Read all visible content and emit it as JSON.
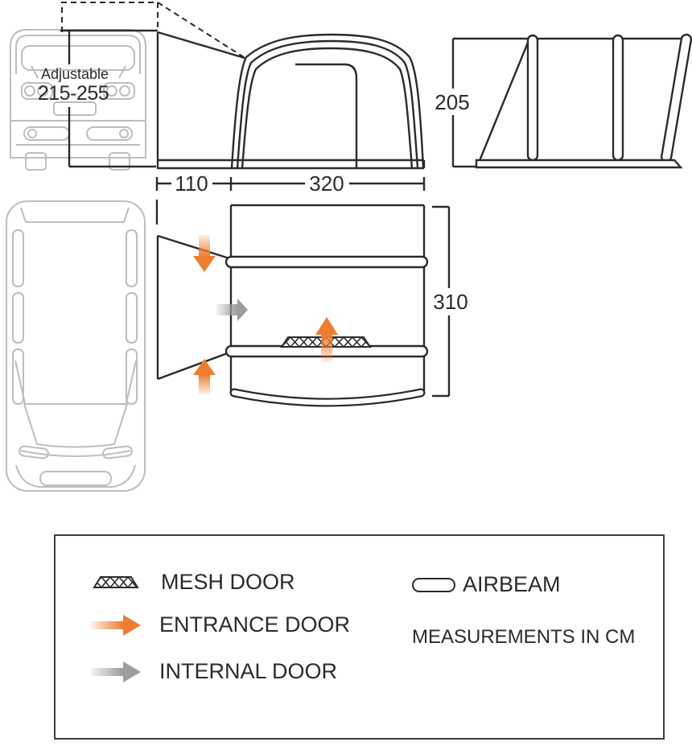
{
  "diagram": {
    "adjustable": {
      "label": "Adjustable",
      "range": "215-255"
    },
    "front_view": {
      "cowl_width": "110",
      "awning_width": "320"
    },
    "side_view": {
      "height": "205"
    },
    "plan_view": {
      "depth": "310"
    }
  },
  "legend": {
    "items": [
      {
        "id": "mesh-door",
        "label": "MESH DOOR"
      },
      {
        "id": "entrance-door",
        "label": "ENTRANCE DOOR"
      },
      {
        "id": "internal-door",
        "label": "INTERNAL DOOR"
      },
      {
        "id": "airbeam",
        "label": "AIRBEAM"
      }
    ],
    "note": "MEASUREMENTS IN CM"
  },
  "colors": {
    "line": "#2b2b2b",
    "van_outline": "#bdbdbd",
    "entrance_orange": "#ef7d31",
    "internal_gray": "#9d9d9d"
  }
}
